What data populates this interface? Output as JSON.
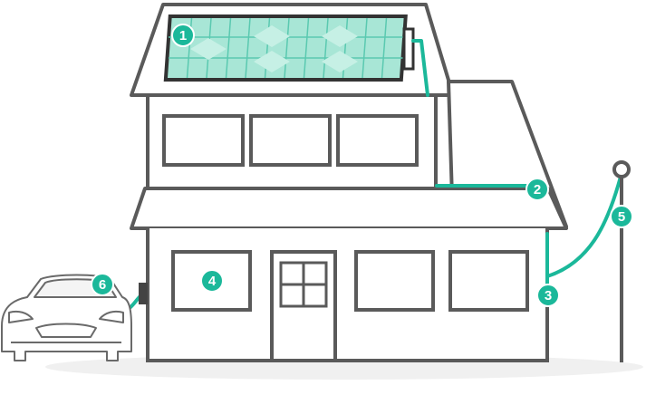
{
  "colors": {
    "outline": "#5a5a5a",
    "wire": "#1bb89a",
    "badge": "#1bb89a",
    "panel_fill": "#a8e6d6",
    "panel_frame": "#333333",
    "ground": "#f0f0f0"
  },
  "markers": [
    {
      "label": "1",
      "component": "solar-panels"
    },
    {
      "label": "2",
      "component": "inverter-line"
    },
    {
      "label": "3",
      "component": "meter"
    },
    {
      "label": "4",
      "component": "home"
    },
    {
      "label": "5",
      "component": "utility-pole"
    },
    {
      "label": "6",
      "component": "electric-car"
    }
  ]
}
